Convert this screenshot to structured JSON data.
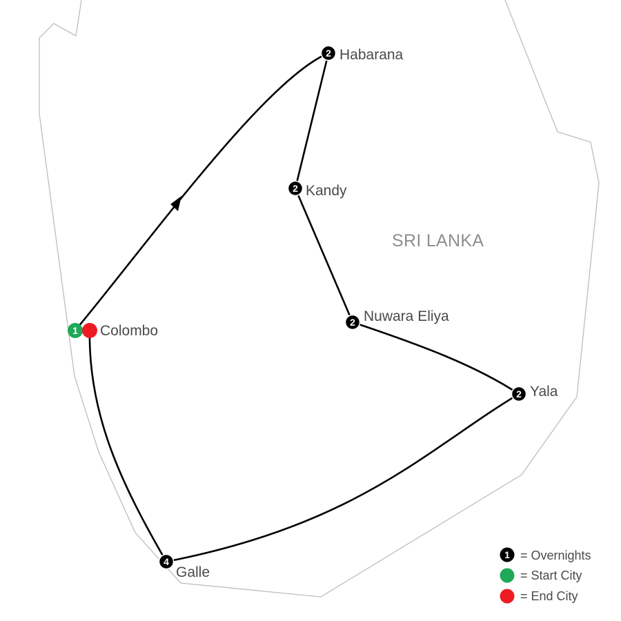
{
  "map": {
    "country_label": "SRI LANKA",
    "colors": {
      "coastline": "#bdbdbd",
      "route": "#000000",
      "overnight_marker": "#000000",
      "start_city": "#1ea857",
      "end_city": "#ed1c24",
      "label_text": "#4a4a4a",
      "country_label": "#8e8e8e"
    },
    "route_direction": "clockwise from Colombo",
    "stops": [
      {
        "name": "Colombo",
        "nights": "1",
        "start": true,
        "end": true
      },
      {
        "name": "Habarana",
        "nights": "2"
      },
      {
        "name": "Kandy",
        "nights": "2"
      },
      {
        "name": "Nuwara Eliya",
        "nights": "2"
      },
      {
        "name": "Yala",
        "nights": "2"
      },
      {
        "name": "Galle",
        "nights": "4"
      }
    ]
  },
  "legend": {
    "overnights": {
      "symbol": "1",
      "label": "= Overnights"
    },
    "start_city": {
      "label": "= Start City"
    },
    "end_city": {
      "label": "= End City"
    }
  }
}
